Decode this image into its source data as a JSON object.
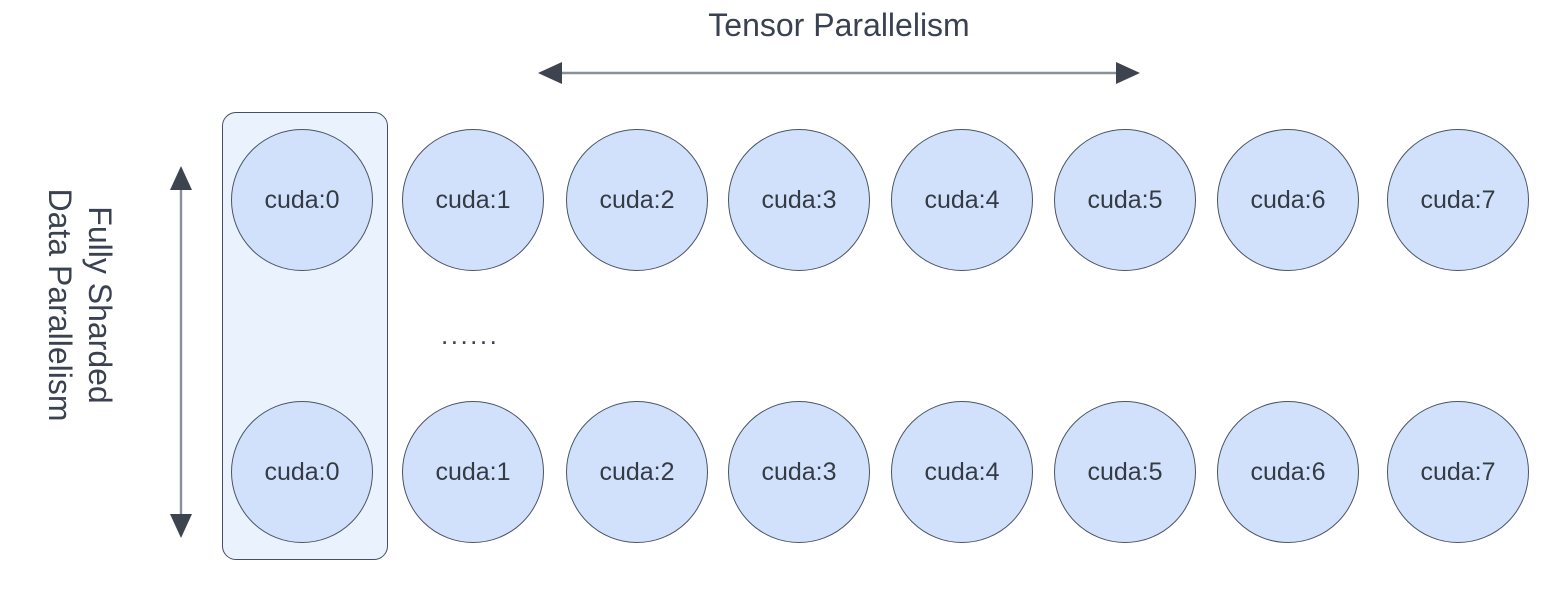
{
  "diagram": {
    "title": "Tensor Parallelism",
    "vertical_label_lines": [
      "Fully Sharded",
      "Data Parallelism"
    ],
    "ellipsis": "......",
    "colors": {
      "circle_fill": "#d2e1fb",
      "circle_stroke": "#4a5565",
      "column_fill": "#eaf2fd",
      "column_stroke": "#46505f",
      "text": "#3a4251",
      "arrow": "#3d4450",
      "background": "#ffffff"
    },
    "arrows": {
      "horizontal": {
        "name": "tensor-parallelism-axis-arrow",
        "double_headed": true
      },
      "vertical": {
        "name": "fsdp-axis-arrow",
        "double_headed": true
      }
    },
    "rows": [
      {
        "name": "top-row",
        "devices": [
          "cuda:0",
          "cuda:1",
          "cuda:2",
          "cuda:3",
          "cuda:4",
          "cuda:5",
          "cuda:6",
          "cuda:7"
        ]
      },
      {
        "name": "bottom-row",
        "devices": [
          "cuda:0",
          "cuda:1",
          "cuda:2",
          "cuda:3",
          "cuda:4",
          "cuda:5",
          "cuda:6",
          "cuda:7"
        ]
      }
    ]
  }
}
